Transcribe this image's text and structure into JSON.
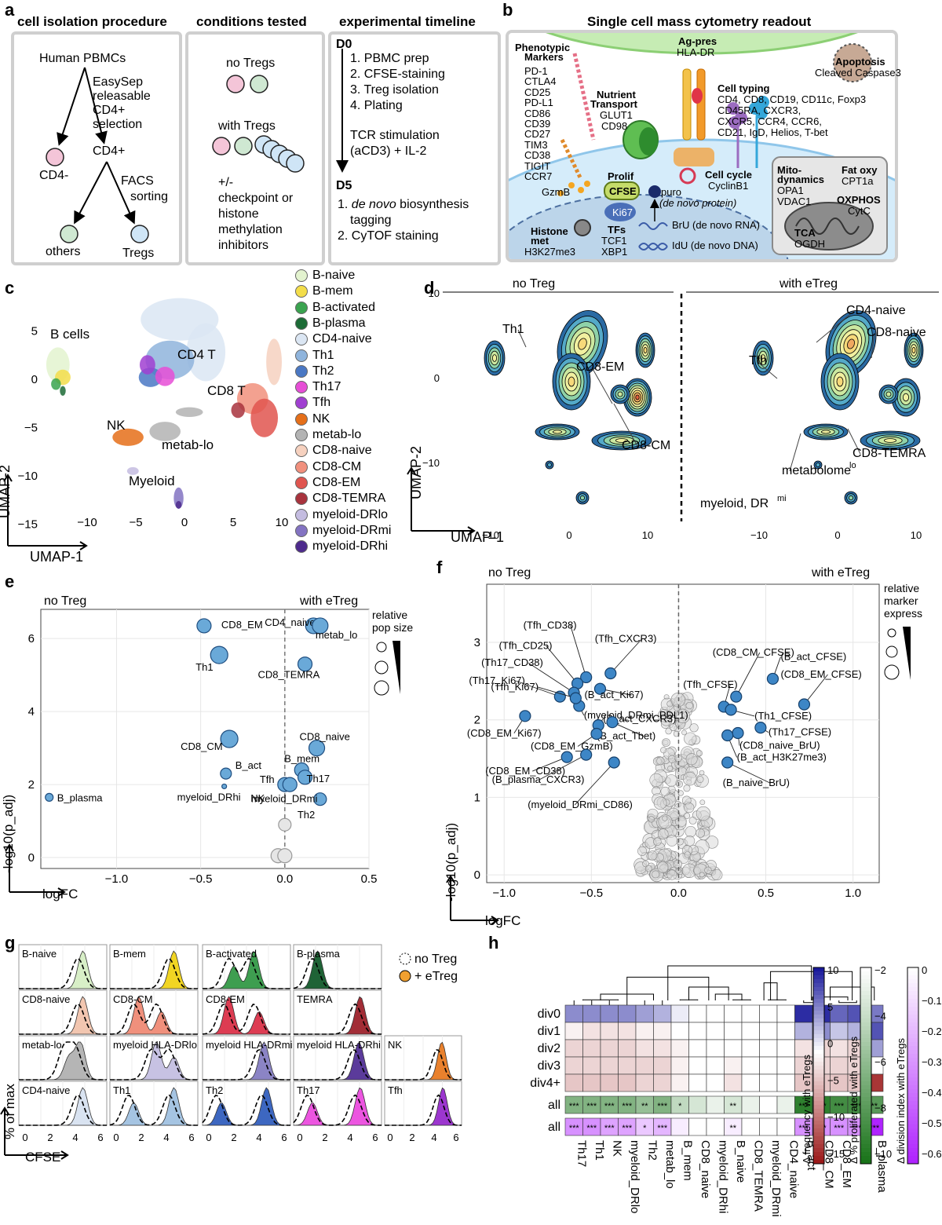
{
  "panel_a": {
    "letter": "a",
    "titles": [
      "cell isolation procedure",
      "conditions tested",
      "experimental timeline"
    ],
    "procedure": {
      "start": "Human PBMCs",
      "step1": [
        "EasySep",
        "releasable",
        "CD4+",
        "selection"
      ],
      "cd4neg": "CD4-",
      "cd4pos": "CD4+",
      "step2": [
        "FACS",
        "sorting"
      ],
      "others": "others",
      "tregs": "Tregs"
    },
    "conditions": {
      "no_tregs": "no Tregs",
      "with_tregs": "with Tregs",
      "note": [
        "+/-",
        "checkpoint or",
        "histone",
        "methylation",
        "inhibitors"
      ]
    },
    "timeline": {
      "d0": "D0",
      "d0_steps": [
        "1. PBMC prep",
        "2. CFSE-staining",
        "3. Treg isolation",
        "4. Plating"
      ],
      "stim": [
        "TCR stimulation",
        "(aCD3) + IL-2"
      ],
      "d5": "D5",
      "d5_step1_pre": "1. ",
      "d5_step1_italic": "de novo",
      "d5_step1_post": " biosynthesis",
      "d5_step1_line2": "tagging",
      "d5_step2": "2. CyTOF staining"
    }
  },
  "panel_b": {
    "letter": "b",
    "title": "Single cell mass cytometry readout",
    "phenotypic_title": [
      "Phenotypic",
      "Markers"
    ],
    "phenotypic": [
      "PD-1",
      "CTLA4",
      "CD25",
      "PD-L1",
      "CD86",
      "CD39",
      "CD27",
      "TIM3",
      "CD38",
      "TIGIT",
      "CCR7"
    ],
    "gzmb": "GzmB",
    "nutrient_title": [
      "Nutrient",
      "Transport"
    ],
    "nutrient": [
      "GLUT1",
      "CD98"
    ],
    "agpres_title": "Ag-pres",
    "agpres": "HLA-DR",
    "apoptosis_title": "Apoptosis",
    "apoptosis": "Cleaved Caspase3",
    "celltyping_title": "Cell typing",
    "celltyping": [
      "CD4, CD8, CD19, CD11c, Foxp3",
      "CD45RA, CXCR3,",
      "CXCR5, CCR4, CCR6,",
      "CD21, IgD, Helios, T-bet"
    ],
    "prolif": "Prolif",
    "cfse": "CFSE",
    "ki67": "Ki67",
    "puro": "puro",
    "puro_sub": "(de novo protein)",
    "cellcycle_title": "Cell cycle",
    "cellcycle": "CyclinB1",
    "brdu": "BrU (de novo RNA)",
    "idu": "IdU (de novo DNA)",
    "histone_title": [
      "Histone",
      "met"
    ],
    "histone": "H3K27me3",
    "tfs_title": "TFs",
    "tfs": [
      "TCF1",
      "XBP1"
    ],
    "mito_title": [
      "Mito-",
      "dynamics"
    ],
    "mito": [
      "OPA1",
      "VDAC1"
    ],
    "fatoxy_title": "Fat oxy",
    "fatoxy": "CPT1a",
    "oxphos_title": "OXPHOS",
    "oxphos": "CytC",
    "tca_title": "TCA",
    "tca": "OGDH"
  },
  "panel_c": {
    "letter": "c",
    "xlabel": "UMAP-1",
    "ylabel": "UMAP-2",
    "xticks": [
      "−10",
      "−5",
      "0",
      "5",
      "10"
    ],
    "yticks": [
      "5",
      "0",
      "−5",
      "−10",
      "−15"
    ],
    "cluster_labels": [
      "B cells",
      "CD4 T",
      "CD8 T",
      "NK",
      "metab-lo",
      "Myeloid"
    ],
    "legend": [
      {
        "name": "B-naive",
        "color": "#e3f3cf"
      },
      {
        "name": "B-mem",
        "color": "#f3dd4a"
      },
      {
        "name": "B-activated",
        "color": "#3aa34f"
      },
      {
        "name": "B-plasma",
        "color": "#1c6b36"
      },
      {
        "name": "CD4-naive",
        "color": "#dbe6f3"
      },
      {
        "name": "Th1",
        "color": "#8fb4dc"
      },
      {
        "name": "Th2",
        "color": "#4a78c4"
      },
      {
        "name": "Th17",
        "color": "#e64ed6"
      },
      {
        "name": "Tfh",
        "color": "#a03fd1"
      },
      {
        "name": "NK",
        "color": "#e56f19"
      },
      {
        "name": "metab-lo",
        "color": "#b3b3b3"
      },
      {
        "name": "CD8-naive",
        "color": "#f6d1bf"
      },
      {
        "name": "CD8-CM",
        "color": "#f1907d"
      },
      {
        "name": "CD8-EM",
        "color": "#e0554f"
      },
      {
        "name": "CD8-TEMRA",
        "color": "#a8333d"
      },
      {
        "name": "myeloid-DRlo",
        "color": "#c4bce0"
      },
      {
        "name": "myeloid-DRmi",
        "color": "#8373c2"
      },
      {
        "name": "myeloid-DRhi",
        "color": "#4d2a8c"
      }
    ]
  },
  "panel_d": {
    "letter": "d",
    "facets": [
      "no Treg",
      "with eTreg"
    ],
    "xlabel": "UMAP-1",
    "ylabel": "UMAP-2",
    "xticks": [
      "−10",
      "0",
      "10"
    ],
    "yticks": [
      "10",
      "0",
      "−10"
    ],
    "left_labels": [
      "Th1",
      "CD8-EM",
      "CD8-CM"
    ],
    "right_labels": [
      "CD4-naive",
      "CD8-naive",
      "Tfh",
      "CD8-TEMRA",
      "metabolome",
      "myeloid, DR"
    ],
    "sup_lo": "lo",
    "sup_mi": "mi"
  },
  "panel_e": {
    "letter": "e",
    "no_treg": "no Treg",
    "with_treg": "with eTreg",
    "legend_title": [
      "relative",
      "pop size"
    ],
    "xlabel": "logFC",
    "ylabel": "-log10(p_adj)",
    "xticks": [
      "−1.0",
      "−0.5",
      "0.0",
      "0.5"
    ],
    "yticks": [
      "0",
      "2",
      "4",
      "6"
    ],
    "chart_data": {
      "type": "scatter",
      "xlim": [
        -1.45,
        0.5
      ],
      "ylim": [
        -0.3,
        6.8
      ],
      "points": [
        {
          "name": "CD8_EM",
          "x": -0.48,
          "y": 6.35,
          "size": 9,
          "sig": true
        },
        {
          "name": "CD4_naive",
          "x": 0.17,
          "y": 6.35,
          "size": 10,
          "sig": true
        },
        {
          "name": "metab_lo",
          "x": 0.21,
          "y": 6.35,
          "size": 10,
          "sig": true
        },
        {
          "name": "Th1",
          "x": -0.39,
          "y": 5.55,
          "size": 11,
          "sig": true
        },
        {
          "name": "CD8_TEMRA",
          "x": 0.12,
          "y": 5.3,
          "size": 9,
          "sig": true
        },
        {
          "name": "CD8_CM",
          "x": -0.33,
          "y": 3.25,
          "size": 11,
          "sig": true
        },
        {
          "name": "CD8_naive",
          "x": 0.19,
          "y": 3.0,
          "size": 10,
          "sig": true
        },
        {
          "name": "B_mem",
          "x": 0.1,
          "y": 2.4,
          "size": 9,
          "sig": true
        },
        {
          "name": "Th17",
          "x": 0.12,
          "y": 2.2,
          "size": 9,
          "sig": true
        },
        {
          "name": "B_act",
          "x": -0.35,
          "y": 2.3,
          "size": 7,
          "sig": true
        },
        {
          "name": "myeloid_DRhi",
          "x": -0.36,
          "y": 1.95,
          "size": 3,
          "sig": true
        },
        {
          "name": "Tfh",
          "x": 0.0,
          "y": 2.0,
          "size": 9,
          "sig": true
        },
        {
          "name": "NK",
          "x": 0.03,
          "y": 2.0,
          "size": 9,
          "sig": true
        },
        {
          "name": "myeloid_DRmi",
          "x": 0.21,
          "y": 1.6,
          "size": 8,
          "sig": true
        },
        {
          "name": "B_plasma",
          "x": -1.4,
          "y": 1.65,
          "size": 5,
          "sig": true
        },
        {
          "name": "Th2",
          "x": 0.0,
          "y": 0.9,
          "size": 8,
          "sig": false
        },
        {
          "name": "",
          "x": -0.04,
          "y": 0.05,
          "size": 9,
          "sig": false
        },
        {
          "name": "",
          "x": 0.0,
          "y": 0.05,
          "size": 9,
          "sig": false
        }
      ]
    }
  },
  "panel_f": {
    "letter": "f",
    "no_treg": "no Treg",
    "with_treg": "with eTreg",
    "legend_title": [
      "relative",
      "marker",
      "express"
    ],
    "xlabel": "logFC",
    "ylabel": "-log10(p_adj)",
    "xticks": [
      "−1.0",
      "−0.5",
      "0.0",
      "0.5",
      "1.0"
    ],
    "yticks": [
      "0",
      "1",
      "2",
      "3"
    ],
    "chart_data": {
      "type": "scatter",
      "xlim": [
        -1.1,
        1.15
      ],
      "ylim": [
        -0.1,
        3.75
      ],
      "points": [
        {
          "name": "(Tfh_CD38)",
          "x": -0.53,
          "y": 2.55
        },
        {
          "name": "(Tfh_CD25)",
          "x": -0.58,
          "y": 2.47
        },
        {
          "name": "(Tfh_CXCR3)",
          "x": -0.39,
          "y": 2.6
        },
        {
          "name": "(Th17_CD38)",
          "x": -0.6,
          "y": 2.35
        },
        {
          "name": "(Th17_Ki67)",
          "x": -0.68,
          "y": 2.3
        },
        {
          "name": "(B_act_Ki67)",
          "x": -0.45,
          "y": 2.4
        },
        {
          "name": "(myeloid_DRmi_PDL1)",
          "x": -0.57,
          "y": 2.18
        },
        {
          "name": "(Tfh_Ki67)",
          "x": -0.59,
          "y": 2.28
        },
        {
          "name": "(B_act_CXCR3)",
          "x": -0.46,
          "y": 1.93
        },
        {
          "name": "(B_act_Tbet)",
          "x": -0.38,
          "y": 1.97
        },
        {
          "name": "(CD8_EM_Ki67)",
          "x": -0.88,
          "y": 2.05
        },
        {
          "name": "(CD8_EM_GzmB)",
          "x": -0.47,
          "y": 1.82
        },
        {
          "name": "(CD8_EM_CD38)",
          "x": -0.64,
          "y": 1.52
        },
        {
          "name": "(B_plasma_CXCR3)",
          "x": -0.53,
          "y": 1.55
        },
        {
          "name": "(myeloid_DRmi_CD86)",
          "x": -0.37,
          "y": 1.45
        },
        {
          "name": "(CD8_CM_CFSE)",
          "x": 0.33,
          "y": 2.3
        },
        {
          "name": "(B_act_CFSE)",
          "x": 0.54,
          "y": 2.53
        },
        {
          "name": "(CD8_EM_CFSE)",
          "x": 0.72,
          "y": 2.2
        },
        {
          "name": "(Tfh_CFSE)",
          "x": 0.26,
          "y": 2.17
        },
        {
          "name": "(Th1_CFSE)",
          "x": 0.3,
          "y": 2.13
        },
        {
          "name": "(Th17_CFSE)",
          "x": 0.47,
          "y": 1.9
        },
        {
          "name": "(CD8_naive_BrU)",
          "x": 0.34,
          "y": 1.83
        },
        {
          "name": "(B_act_H3K27me3)",
          "x": 0.28,
          "y": 1.8
        },
        {
          "name": "(B_naive_BrU)",
          "x": 0.28,
          "y": 1.45
        }
      ]
    }
  },
  "panel_g": {
    "letter": "g",
    "ylabel": "% of max",
    "xlabel": "CFSE",
    "xticks": [
      "0",
      "2",
      "4",
      "6"
    ],
    "legend_no": "no Treg",
    "legend_plus": "+ eTreg",
    "tiles": [
      {
        "label": "B-naive",
        "color": "#d8efc7",
        "peaks": [
          4.6
        ]
      },
      {
        "label": "B-mem",
        "color": "#f1d523",
        "peaks": [
          4.6
        ]
      },
      {
        "label": "B-activated",
        "color": "#3e9e50",
        "peaks": [
          3.6,
          2.0
        ]
      },
      {
        "label": "B-plasma",
        "color": "#1f6336",
        "peaks": [
          1.4
        ]
      },
      {
        "label": "CD8-naive",
        "color": "#f2c6b0",
        "peaks": [
          4.6
        ]
      },
      {
        "label": "CD8-CM",
        "color": "#f0907c",
        "peaks": [
          1.8,
          3.6
        ]
      },
      {
        "label": "CD8-EM",
        "color": "#dd3c52",
        "peaks": [
          1.6,
          4.0
        ]
      },
      {
        "label": "TEMRA",
        "color": "#a22d36",
        "peaks": [
          4.8
        ]
      },
      {
        "label": "metab-lo",
        "color": "#b5b5b5",
        "peaks": [
          4.4,
          3.5
        ]
      },
      {
        "label": "myeloid HLA-DRlo",
        "color": "#c7c2e3",
        "peaks": [
          3.2,
          4.6
        ]
      },
      {
        "label": "myeloid HLA-DRmi",
        "color": "#8b84c5",
        "peaks": [
          4.4
        ]
      },
      {
        "label": "myeloid HLA-DRhi",
        "color": "#5b3b9b",
        "peaks": [
          4.7
        ]
      },
      {
        "label": "NK",
        "color": "#e9812d",
        "peaks": [
          4.7
        ]
      },
      {
        "label": "CD4-naive",
        "color": "#d9e3f1",
        "peaks": [
          4.6
        ]
      },
      {
        "label": "Th1",
        "color": "#a5c4e2",
        "peaks": [
          4.6,
          1.4
        ]
      },
      {
        "label": "Th2",
        "color": "#3d67c1",
        "peaks": [
          4.6,
          1.0
        ]
      },
      {
        "label": "Th17",
        "color": "#ec55e0",
        "peaks": [
          4.8,
          1.0
        ]
      },
      {
        "label": "Tfh",
        "color": "#9c36cf",
        "peaks": [
          4.8
        ]
      }
    ]
  },
  "panel_h": {
    "letter": "h",
    "rows": [
      "div0",
      "div1",
      "div2",
      "div3",
      "div4+"
    ],
    "summary_rows": [
      "all",
      "all"
    ],
    "columns": [
      "Th17",
      "Th1",
      "NK",
      "myeloid_DRlo",
      "Th2",
      "metab_lo",
      "B_mem",
      "CD8_naive",
      "myeloid_DRhi",
      "B_naive",
      "CD8_TEMRA",
      "myeloid_DRmi",
      "CD4_naive",
      "B_act",
      "CD8_CM",
      "CD8_EM",
      "Tfh",
      "B_plasma"
    ],
    "div_values": [
      [
        6,
        6,
        6,
        6,
        5,
        4,
        1,
        0,
        0,
        0,
        0,
        0,
        0,
        11,
        11,
        8,
        9,
        7
      ],
      [
        -1,
        -2,
        -2,
        -2,
        -1,
        -1,
        0,
        0,
        0,
        0,
        0,
        0,
        0,
        4,
        6,
        3,
        4,
        9
      ],
      [
        -3,
        -3,
        -3,
        -3,
        -2,
        -2,
        -1,
        0,
        0,
        0,
        0,
        0,
        0,
        -2,
        -3,
        -2,
        -3,
        5
      ],
      [
        -3,
        -3,
        -3,
        -3,
        -3,
        -3,
        -1,
        0,
        0,
        -1,
        0,
        0,
        0,
        -3,
        -3,
        -3,
        -3,
        0
      ],
      [
        -4,
        -4,
        -4,
        -4,
        -3,
        -3,
        -1,
        0,
        0,
        -2,
        0,
        0,
        0,
        -4,
        -4,
        -4,
        -4,
        -14
      ]
    ],
    "prolif_values": [
      -6,
      -6,
      -6,
      -6,
      -5,
      -6,
      -3,
      -2,
      -1,
      -2,
      -1,
      0,
      -1,
      -10,
      -10,
      -9,
      -9,
      -8
    ],
    "prolif_stars": [
      "***",
      "***",
      "***",
      "***",
      "**",
      "***",
      "*",
      "",
      "",
      "**",
      "",
      "",
      "",
      "***",
      "***",
      "***",
      "***",
      "**"
    ],
    "division_values": [
      -0.3,
      -0.3,
      -0.25,
      -0.25,
      -0.15,
      -0.2,
      -0.05,
      0,
      0,
      -0.05,
      0,
      0,
      0,
      -0.3,
      -0.3,
      -0.3,
      -0.3,
      -0.6
    ],
    "division_stars": [
      "***",
      "***",
      "***",
      "***",
      "*",
      "***",
      "",
      "",
      "",
      "**",
      "",
      "",
      "",
      "***",
      "***",
      "***",
      "***",
      "***"
    ],
    "cb1_title": "Δ frequency with eTregs",
    "cb1_ticks": [
      "10",
      "5",
      "0",
      "−5",
      "−10",
      "−15"
    ],
    "cb2_title": "Δ % proliferated with eTregs",
    "cb2_ticks": [
      "−2",
      "−4",
      "−6",
      "−8",
      "−10"
    ],
    "cb3_title": "Δ division index with eTregs",
    "cb3_ticks": [
      "0",
      "−0.1",
      "−0.2",
      "−0.3",
      "−0.4",
      "−0.5",
      "−0.6"
    ]
  }
}
